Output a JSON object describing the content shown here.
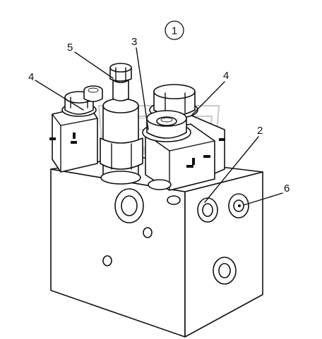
{
  "figure": {
    "assembly_number": "1",
    "callouts": [
      {
        "id": "callout-5",
        "text": "5"
      },
      {
        "id": "callout-3",
        "text": "3"
      },
      {
        "id": "callout-4-left",
        "text": "4"
      },
      {
        "id": "callout-4-right",
        "text": "4"
      },
      {
        "id": "callout-2",
        "text": "2"
      },
      {
        "id": "callout-6",
        "text": "6"
      }
    ]
  },
  "watermark": {
    "text": ""
  }
}
